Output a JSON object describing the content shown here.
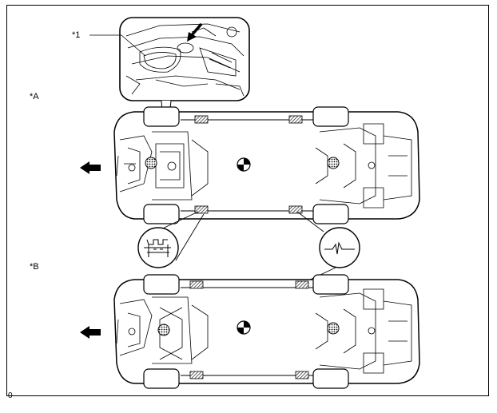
{
  "labels": {
    "callout_1": "*1",
    "view_a": "*A",
    "view_b": "*B",
    "figure_code": "0"
  },
  "colors": {
    "line": "#000000",
    "hatch": "#333333",
    "background": "#ffffff"
  },
  "icons": {
    "direction_arrow": "front-arrow-icon",
    "center_of_gravity": "center-of-gravity-icon",
    "lift_pad": "lift-pad-hatched-icon"
  }
}
